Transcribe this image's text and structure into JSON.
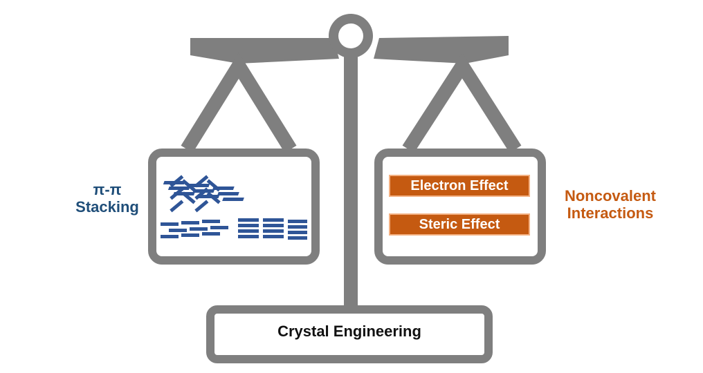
{
  "left_pan": {
    "label_line1": "π-π",
    "label_line2": "Stacking"
  },
  "right_pan": {
    "label_line1": "Noncovalent",
    "label_line2": "Interactions",
    "effects": [
      "Electron Effect",
      "Steric Effect"
    ]
  },
  "base": {
    "label": "Crystal Engineering"
  },
  "colors": {
    "frame": "#7f7f7f",
    "left_accent": "#1f4e79",
    "right_accent": "#c55a11",
    "molecule": "#2f5597"
  }
}
